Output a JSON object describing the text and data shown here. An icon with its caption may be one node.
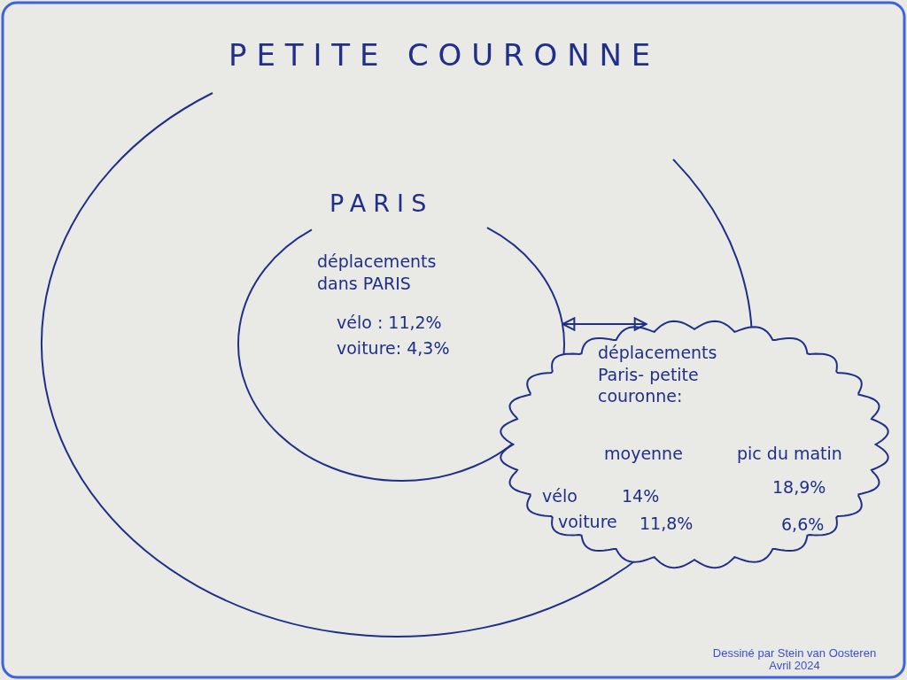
{
  "diagram": {
    "nodes": [
      {
        "text": [
          "PETITE COURONNE"
        ]
      },
      {
        "text": [
          "PARIS",
          "déplacements dans PARIS",
          "vélo : 11,2%",
          "voiture: 4,3%"
        ],
        "in": 0
      },
      {
        "text": [
          "déplacements Paris- petite couronne:",
          "moyenne",
          "pic du matin",
          "vélo",
          "14%",
          "18,9%",
          "voiture",
          "11,8%",
          "6,6%"
        ]
      }
    ],
    "edges": [
      {
        "from": 1,
        "to": 2,
        "arrow": "both"
      }
    ],
    "labels": [
      "Dessiné par Stein van Oosteren",
      "Avril 2024"
    ]
  }
}
